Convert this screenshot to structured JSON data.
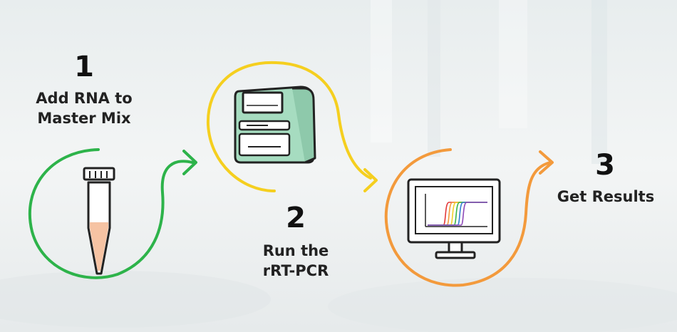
{
  "steps": [
    {
      "number": "1",
      "label": "Add RNA to\nMaster Mix",
      "icon": "tube-icon",
      "color": "#2db34a"
    },
    {
      "number": "2",
      "label": "Run the\nrRT-PCR",
      "icon": "pcr-machine-icon",
      "color": "#f5cf1f"
    },
    {
      "number": "3",
      "label": "Get Results",
      "icon": "monitor-chart-icon",
      "color": "#f39a3c"
    }
  ],
  "colors": {
    "tube_fill": "#f6c3a3",
    "machine_body": "#a6dcc0",
    "curve_colors": [
      "#e2383a",
      "#f39a3c",
      "#f2d02a",
      "#3cb54a",
      "#2f7fd1",
      "#8e4ab8"
    ]
  }
}
